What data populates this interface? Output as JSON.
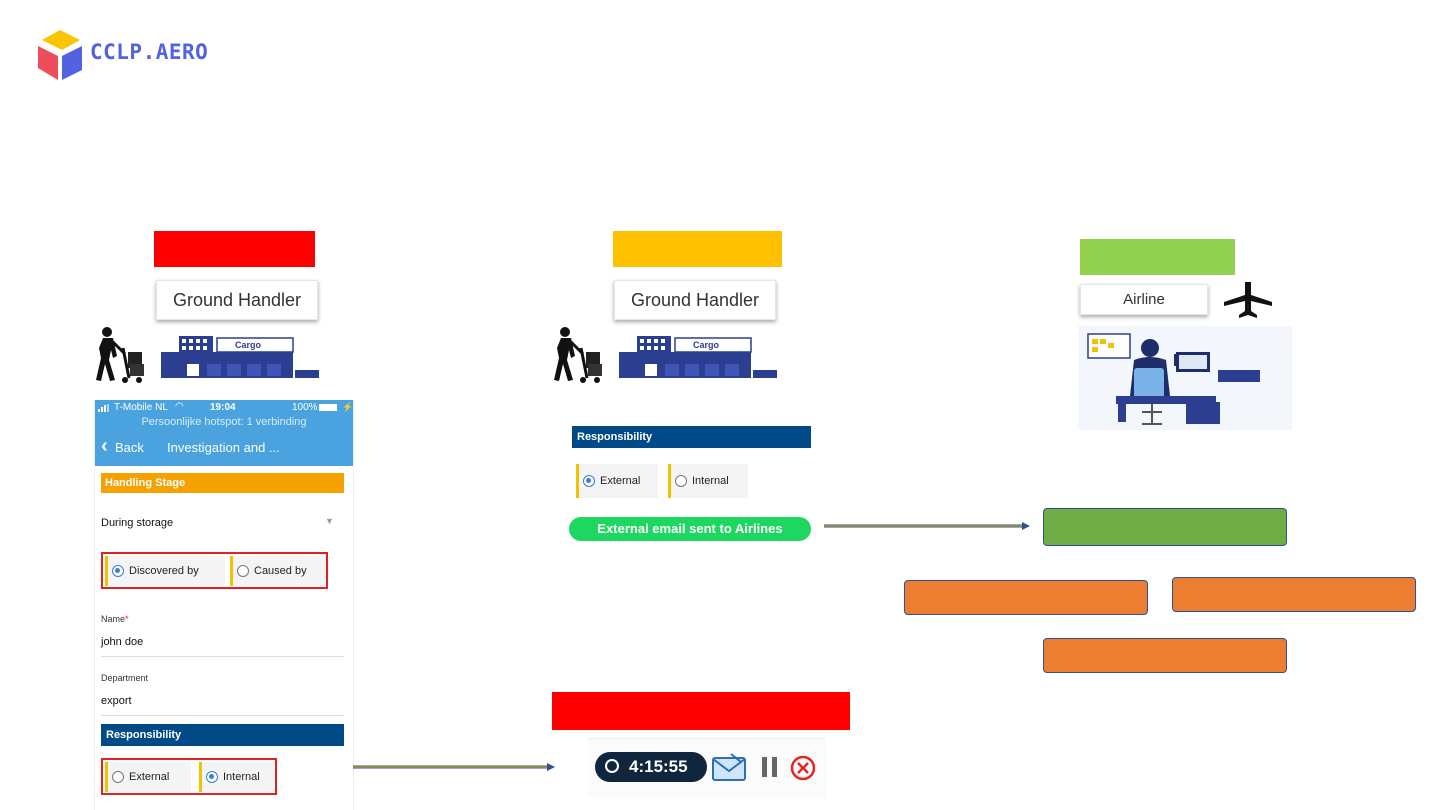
{
  "logo": {
    "text": "CCLP.AERO"
  },
  "colors": {
    "red": "#ff0000",
    "amber": "#ffc000",
    "green": "#92d050",
    "box_green": "#70ad47",
    "box_orange": "#ed7d31",
    "phone_header": "#4aa3df",
    "section_orange": "#f5a100",
    "section_blue": "#004b87",
    "pill_green": "#1ed760"
  },
  "columns": {
    "left": {
      "role": "Ground Handler"
    },
    "middle": {
      "role": "Ground Handler"
    },
    "right": {
      "role": "Airline"
    }
  },
  "phone": {
    "carrier": "T-Mobile NL",
    "time": "19:04",
    "battery": "100%",
    "hotspot": "Persoonlijke hotspot: 1 verbinding",
    "back": "Back",
    "title": "Investigation and ...",
    "handling_stage_label": "Handling Stage",
    "handling_stage_value": "During storage",
    "discovered_by": "Discovered by",
    "caused_by": "Caused by",
    "name_label": "Name",
    "name_required": "*",
    "name_value": "john doe",
    "department_label": "Department",
    "department_value": "export",
    "responsibility_label": "Responsibility",
    "external": "External",
    "internal": "Internal"
  },
  "middle_panel": {
    "responsibility_label": "Responsibility",
    "external": "External",
    "internal": "Internal",
    "email_status": "External email sent to Airlines"
  },
  "timer": {
    "value": "4:15:55"
  },
  "icons": [
    "signal-icon",
    "wifi-icon",
    "battery-icon",
    "chevron-left-icon",
    "dropdown-arrow-icon",
    "porter-icon",
    "cargo-building-icon",
    "airplane-icon",
    "office-worker-icon",
    "clock-icon",
    "envelope-icon",
    "pause-icon",
    "close-icon",
    "arrow-right-icon"
  ]
}
